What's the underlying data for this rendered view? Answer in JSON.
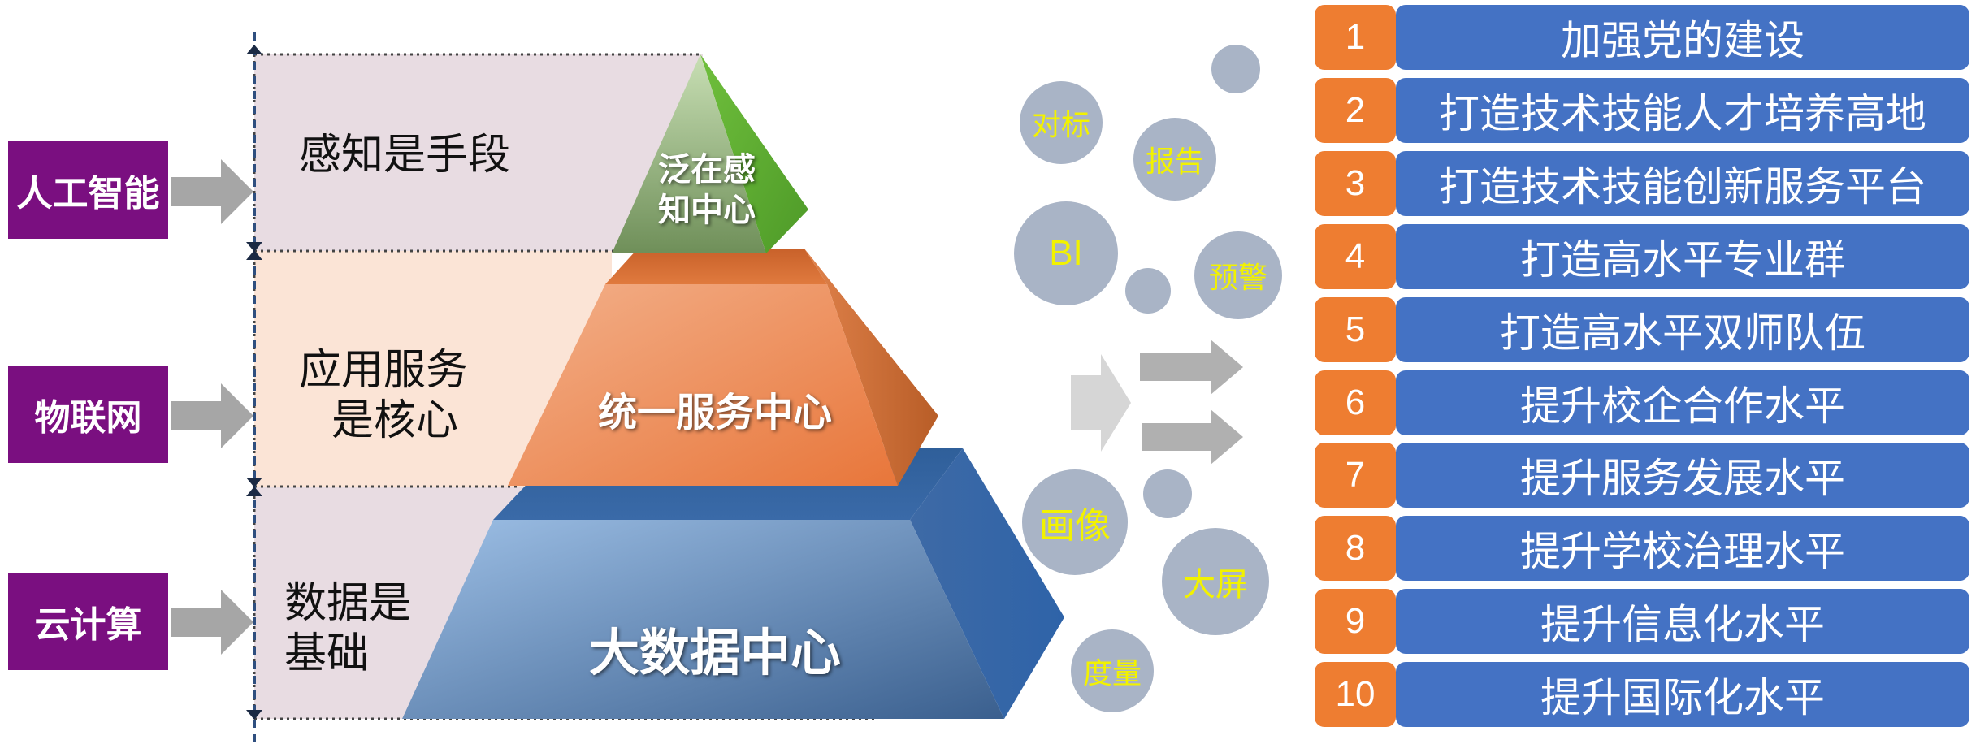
{
  "left_tags": [
    "人工智能",
    "物联网",
    "云计算"
  ],
  "band_texts": {
    "top": "感知是手段",
    "middle_line1": "应用服务",
    "middle_line2": "是核心",
    "bottom_line1": "数据是",
    "bottom_line2": "基础"
  },
  "pyramid": {
    "top_line1": "泛在感",
    "top_line2": "知中心",
    "middle": "统一服务中心",
    "bottom": "大数据中心"
  },
  "bubbles": [
    "对标",
    "报告",
    "BI",
    "预警",
    "画像",
    "大屏",
    "度量"
  ],
  "goals": [
    {
      "num": "1",
      "text": "加强党的建设"
    },
    {
      "num": "2",
      "text": "打造技术技能人才培养高地"
    },
    {
      "num": "3",
      "text": "打造技术技能创新服务平台"
    },
    {
      "num": "4",
      "text": "打造高水平专业群"
    },
    {
      "num": "5",
      "text": "打造高水平双师队伍"
    },
    {
      "num": "6",
      "text": "提升校企合作水平"
    },
    {
      "num": "7",
      "text": "提升服务发展水平"
    },
    {
      "num": "8",
      "text": "提升学校治理水平"
    },
    {
      "num": "9",
      "text": "提升信息化水平"
    },
    {
      "num": "10",
      "text": "提升国际化水平"
    }
  ],
  "colors": {
    "tag_purple": "#7a0f80",
    "number_orange": "#ee7d31",
    "goal_blue": "#4472c4",
    "bubble_gray": "#a9b4c6",
    "bubble_text_yellow": "#f2f200"
  }
}
